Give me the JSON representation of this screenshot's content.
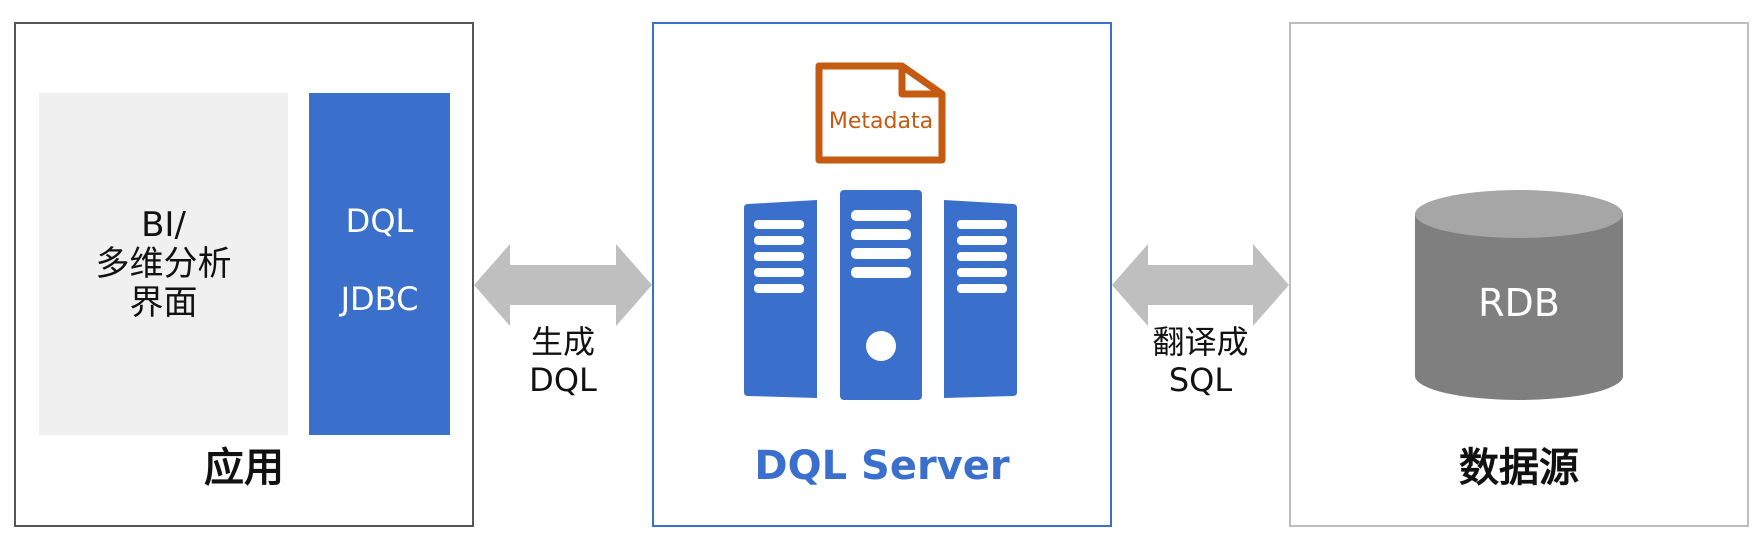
{
  "app_panel": {
    "bi_lines": [
      "BI/",
      "多维分析",
      "界面"
    ],
    "jdbc_lines": [
      "DQL",
      "JDBC"
    ],
    "title": "应用"
  },
  "arrow_left": {
    "lines": [
      "生成",
      "DQL"
    ],
    "icon": "double-arrow-icon"
  },
  "server_panel": {
    "metadata_label": "Metadata",
    "metadata_icon": "document-icon",
    "server_icon": "server-rack-icon",
    "title": "DQL Server"
  },
  "arrow_right": {
    "lines": [
      "翻译成",
      "SQL"
    ],
    "icon": "double-arrow-icon"
  },
  "source_panel": {
    "db_label": "RDB",
    "db_icon": "database-cylinder-icon",
    "title": "数据源"
  },
  "colors": {
    "accent_blue": "#3b6fcc",
    "metadata_orange": "#c55a11",
    "arrow_gray": "#bfbfbf",
    "db_gray": "#7f7f7f",
    "db_top_gray": "#a6a6a6"
  }
}
